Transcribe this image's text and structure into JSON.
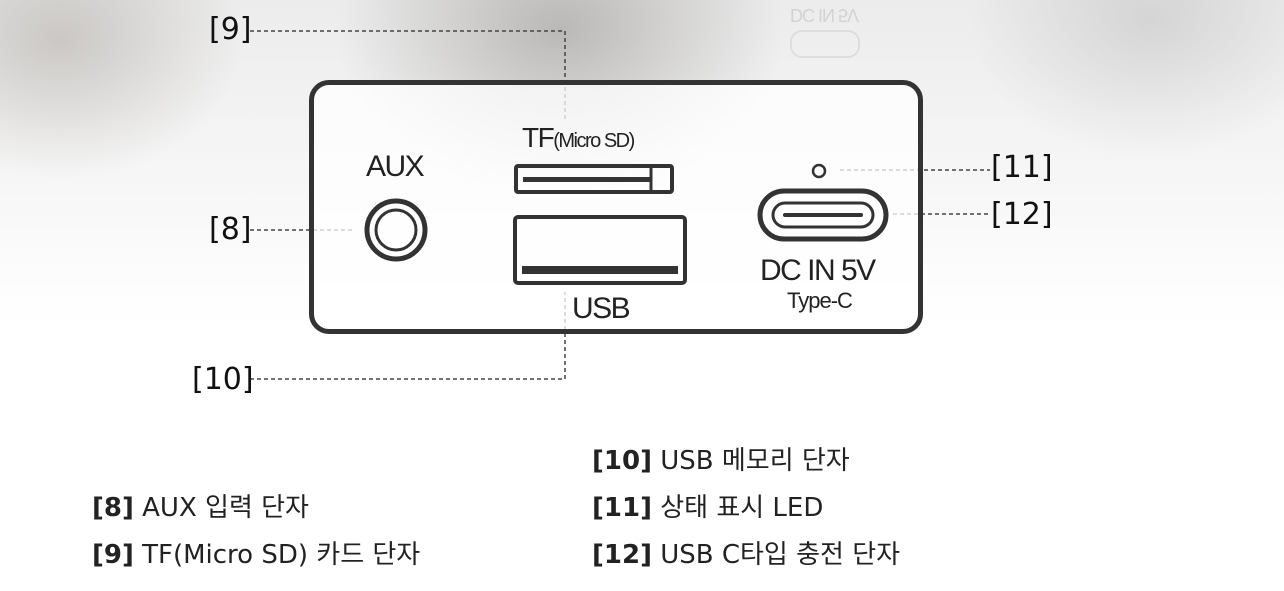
{
  "ports": {
    "aux": "AUX",
    "tf_main": "TF",
    "tf_sub": "(Micro SD)",
    "usb": "USB",
    "dc_main": "DC IN 5V",
    "dc_sub": "Type-C"
  },
  "ghost": {
    "text": "DC IN 5V"
  },
  "callouts": {
    "c8": "[8]",
    "c9": "[9]",
    "c10": "[10]",
    "c11": "[11]",
    "c12": "[12]"
  },
  "legend": [
    {
      "num": "[8]",
      "text": "AUX 입력 단자"
    },
    {
      "num": "[9]",
      "text": "TF(Micro SD) 카드 단자"
    },
    {
      "num": "[10]",
      "text": "USB 메모리 단자"
    },
    {
      "num": "[11]",
      "text": "상태 표시 LED"
    },
    {
      "num": "[12]",
      "text": "USB C타입 충전 단자"
    }
  ],
  "colors": {
    "panel_border": "#333333",
    "leader_line": "#444444"
  }
}
